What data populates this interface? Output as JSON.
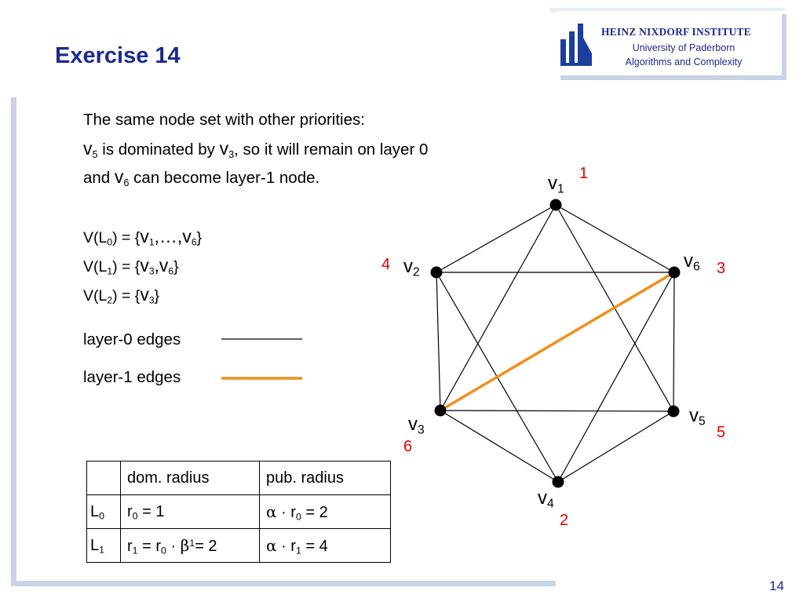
{
  "title": "Exercise 14",
  "institute": {
    "name": "HEINZ NIXDORF INSTITUTE",
    "line1": "University of Paderborn",
    "line2": "Algorithms and Complexity"
  },
  "text": {
    "l1": "The same node set with other priorities:",
    "l2_node_a": "v",
    "l2_sub_a": "5",
    "l2_mid": " is dominated by ",
    "l2_node_b": "v",
    "l2_sub_b": "3",
    "l2_end": ", so it will remain on layer 0",
    "l3_start": "and ",
    "l3_node": "v",
    "l3_sub": "6",
    "l3_end": " can become layer-1 node."
  },
  "sets": [
    {
      "name": "V(L",
      "sub": "0",
      "mid": ") = {",
      "v1": "v",
      "s1": "1",
      "sep": ",…,",
      "v2": "v",
      "s2": "6",
      "end": "}"
    },
    {
      "name": "V(L",
      "sub": "1",
      "mid": ") = {",
      "v1": "v",
      "s1": "3",
      "sep": ",",
      "v2": "v",
      "s2": "6",
      "end": "}"
    },
    {
      "name": "V(L",
      "sub": "2",
      "mid": ") = {",
      "v1": "v",
      "s1": "3",
      "end": "}"
    }
  ],
  "legend": {
    "layer0": "layer-0 edges",
    "layer1": "layer-1 edges",
    "layer0_color": "#000000",
    "layer1_color": "#f0901e"
  },
  "table": {
    "headers": [
      "",
      "dom. radius",
      "pub. radius"
    ],
    "rows": [
      {
        "label": "L",
        "label_sub": "0",
        "dom_a": "r",
        "dom_a_sub": "0",
        "dom_b": " = 1",
        "pub_alpha": "α",
        "pub_a": " · r",
        "pub_a_sub": "0",
        "pub_b": " = 2"
      },
      {
        "label": "L",
        "label_sub": "1",
        "dom_a": "r",
        "dom_a_sub": "1",
        "dom_b": " = r",
        "dom_b_sub": "0",
        "dom_c": " · ",
        "dom_beta": "β",
        "dom_beta_sup": "1",
        "dom_d": "= 2",
        "pub_alpha": "α",
        "pub_a": " · r",
        "pub_a_sub": "1",
        "pub_b": " = 4"
      }
    ]
  },
  "graph": {
    "nodes": [
      {
        "id": "v1",
        "label": "v",
        "sub": "1",
        "priority": "1"
      },
      {
        "id": "v2",
        "label": "v",
        "sub": "2",
        "priority": "4"
      },
      {
        "id": "v3",
        "label": "v",
        "sub": "3",
        "priority": "6"
      },
      {
        "id": "v4",
        "label": "v",
        "sub": "4",
        "priority": "2"
      },
      {
        "id": "v5",
        "label": "v",
        "sub": "5",
        "priority": "5"
      },
      {
        "id": "v6",
        "label": "v",
        "sub": "6",
        "priority": "3"
      }
    ],
    "edges": [
      {
        "from": "v1",
        "to": "v2",
        "layer": 0
      },
      {
        "from": "v1",
        "to": "v6",
        "layer": 0
      },
      {
        "from": "v1",
        "to": "v3",
        "layer": 0
      },
      {
        "from": "v1",
        "to": "v5",
        "layer": 0
      },
      {
        "from": "v2",
        "to": "v6",
        "layer": 0
      },
      {
        "from": "v2",
        "to": "v3",
        "layer": 0
      },
      {
        "from": "v2",
        "to": "v4",
        "layer": 0
      },
      {
        "from": "v6",
        "to": "v5",
        "layer": 0
      },
      {
        "from": "v6",
        "to": "v4",
        "layer": 0
      },
      {
        "from": "v3",
        "to": "v5",
        "layer": 0
      },
      {
        "from": "v3",
        "to": "v4",
        "layer": 0
      },
      {
        "from": "v5",
        "to": "v4",
        "layer": 0
      },
      {
        "from": "v3",
        "to": "v6",
        "layer": 1
      }
    ]
  },
  "page_number": "14"
}
